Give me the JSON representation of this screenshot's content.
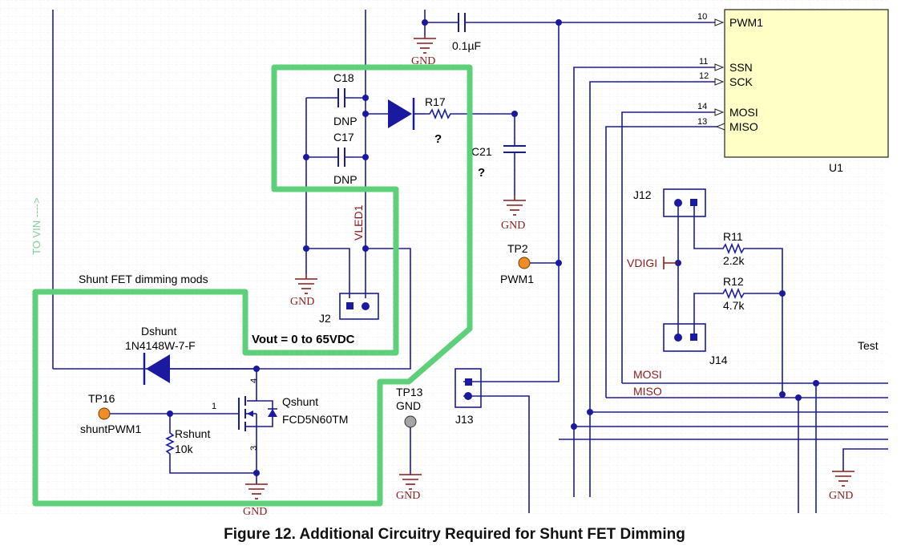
{
  "caption": "Figure 12. Additional Circuitry Required for Shunt FET Dimming",
  "u1": {
    "ref": "U1",
    "pins": [
      {
        "num": "10",
        "name": "PWM1"
      },
      {
        "num": "11",
        "name": "SSN"
      },
      {
        "num": "12",
        "name": "SCK"
      },
      {
        "num": "14",
        "name": "MOSI"
      },
      {
        "num": "13",
        "name": "MISO"
      }
    ]
  },
  "c_top": {
    "value": "0.1µF"
  },
  "gnd_label": "GND",
  "c18": {
    "ref": "C18",
    "value": "DNP"
  },
  "c17": {
    "ref": "C17",
    "value": "DNP"
  },
  "r17": {
    "ref": "R17",
    "value": "?"
  },
  "c21": {
    "ref": "C21",
    "value": "?"
  },
  "vled_net": "VLED1",
  "j2": {
    "ref": "J2"
  },
  "vout_note": "Vout = 0 to 65VDC",
  "to_vin": "TO VIN ---->",
  "shunt_box_title": "Shunt FET dimming mods",
  "dshunt": {
    "ref": "Dshunt",
    "part": "1N4148W-7-F"
  },
  "qshunt": {
    "ref": "Qshunt",
    "part": "FCD5N60TM",
    "pin_d": "4",
    "pin_g": "1",
    "pin_s": "3"
  },
  "rshunt": {
    "ref": "Rshunt",
    "value": "10k"
  },
  "tp16": {
    "ref": "TP16",
    "net": "shuntPWM1"
  },
  "tp2": {
    "ref": "TP2",
    "net": "PWM1"
  },
  "tp13": {
    "ref": "TP13",
    "net": "GND"
  },
  "j12": {
    "ref": "J12"
  },
  "j13": {
    "ref": "J13"
  },
  "j14": {
    "ref": "J14"
  },
  "vdigi": "VDIGI",
  "r11": {
    "ref": "R11",
    "value": "2.2k"
  },
  "r12": {
    "ref": "R12",
    "value": "4.7k"
  },
  "bus_mosi": "MOSI",
  "bus_miso": "MISO",
  "test_label": "Test"
}
